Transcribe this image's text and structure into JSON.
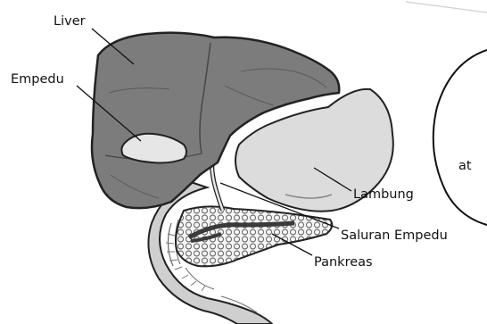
{
  "labels": {
    "liver": "Liver",
    "gallbladder": "Empedu",
    "stomach": "Lambung",
    "bile_duct": "Saluran Empedu",
    "pancreas": "Pankreas"
  },
  "bubble": {
    "partial_text": "at"
  },
  "colors": {
    "liver": "#7c7c7c",
    "liver_dark": "#5e5e5e",
    "stomach": "#dcdcdc",
    "gallbladder": "#e6e6e6",
    "duodenum": "#cfcfcf",
    "pancreas": "#f2f2f2",
    "outline": "#222222"
  }
}
